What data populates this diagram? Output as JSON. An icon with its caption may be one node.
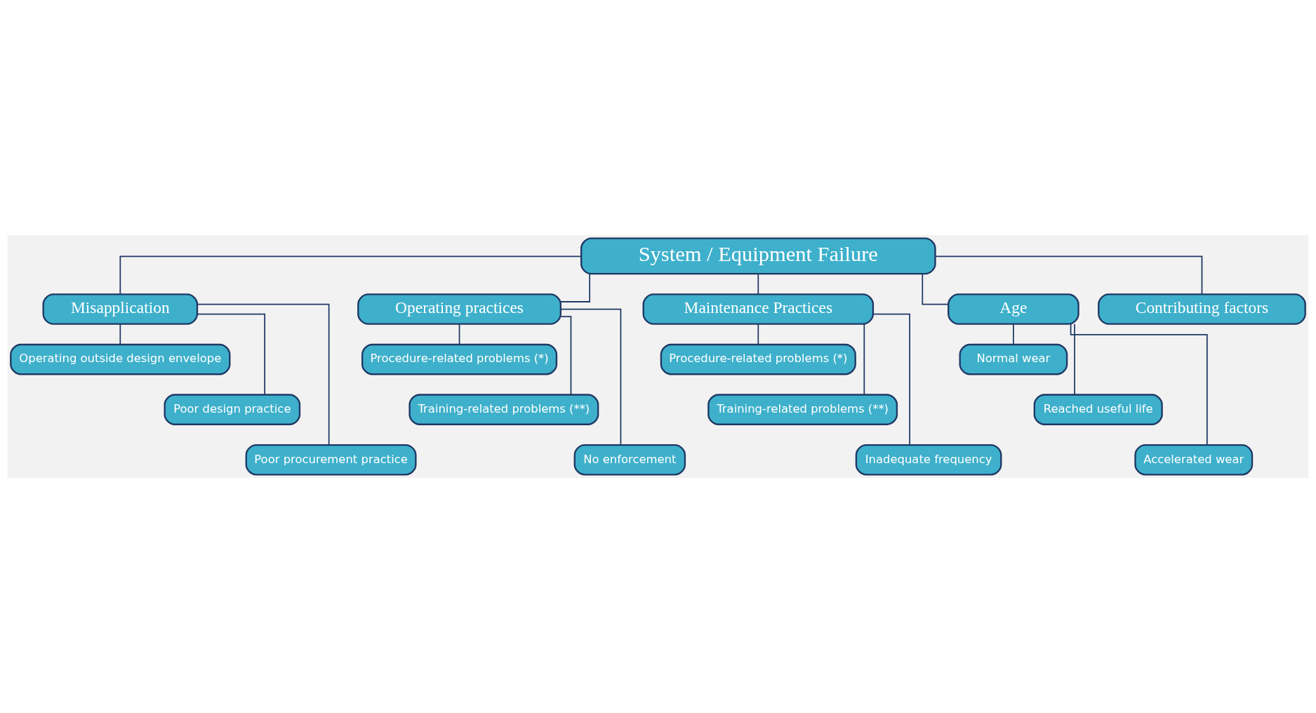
{
  "diagram": {
    "nodes": [
      {
        "text": [
          "System / Equipment Failure"
        ]
      },
      {
        "text": [
          "Misapplication"
        ]
      },
      {
        "text": [
          "Operating practices"
        ]
      },
      {
        "text": [
          "Maintenance Practices"
        ]
      },
      {
        "text": [
          "Age"
        ]
      },
      {
        "text": [
          "Contributing factors"
        ]
      },
      {
        "text": [
          "Operating outside design envelope"
        ]
      },
      {
        "text": [
          "Poor design practice"
        ]
      },
      {
        "text": [
          "Poor procurement practice"
        ]
      },
      {
        "text": [
          "Procedure-related problems (*)"
        ]
      },
      {
        "text": [
          "Training-related problems (**)"
        ]
      },
      {
        "text": [
          "No enforcement"
        ]
      },
      {
        "text": [
          "Procedure-related problems (*)"
        ]
      },
      {
        "text": [
          "Training-related problems (**)"
        ]
      },
      {
        "text": [
          "Inadequate frequency"
        ]
      },
      {
        "text": [
          "Normal wear"
        ]
      },
      {
        "text": [
          "Reached useful life"
        ]
      },
      {
        "text": [
          "Accelerated wear"
        ]
      }
    ],
    "edges": [
      {
        "from": 0,
        "to": 1,
        "arrow": "none"
      },
      {
        "from": 0,
        "to": 2,
        "arrow": "none"
      },
      {
        "from": 0,
        "to": 3,
        "arrow": "none"
      },
      {
        "from": 0,
        "to": 4,
        "arrow": "none"
      },
      {
        "from": 0,
        "to": 5,
        "arrow": "none"
      },
      {
        "from": 1,
        "to": 6,
        "arrow": "none"
      },
      {
        "from": 1,
        "to": 7,
        "arrow": "none"
      },
      {
        "from": 1,
        "to": 8,
        "arrow": "none"
      },
      {
        "from": 2,
        "to": 9,
        "arrow": "none"
      },
      {
        "from": 2,
        "to": 10,
        "arrow": "none"
      },
      {
        "from": 2,
        "to": 11,
        "arrow": "none"
      },
      {
        "from": 3,
        "to": 12,
        "arrow": "none"
      },
      {
        "from": 3,
        "to": 13,
        "arrow": "none"
      },
      {
        "from": 3,
        "to": 14,
        "arrow": "none"
      },
      {
        "from": 4,
        "to": 15,
        "arrow": "none"
      },
      {
        "from": 4,
        "to": 16,
        "arrow": "none"
      },
      {
        "from": 4,
        "to": 17,
        "arrow": "none"
      }
    ]
  }
}
